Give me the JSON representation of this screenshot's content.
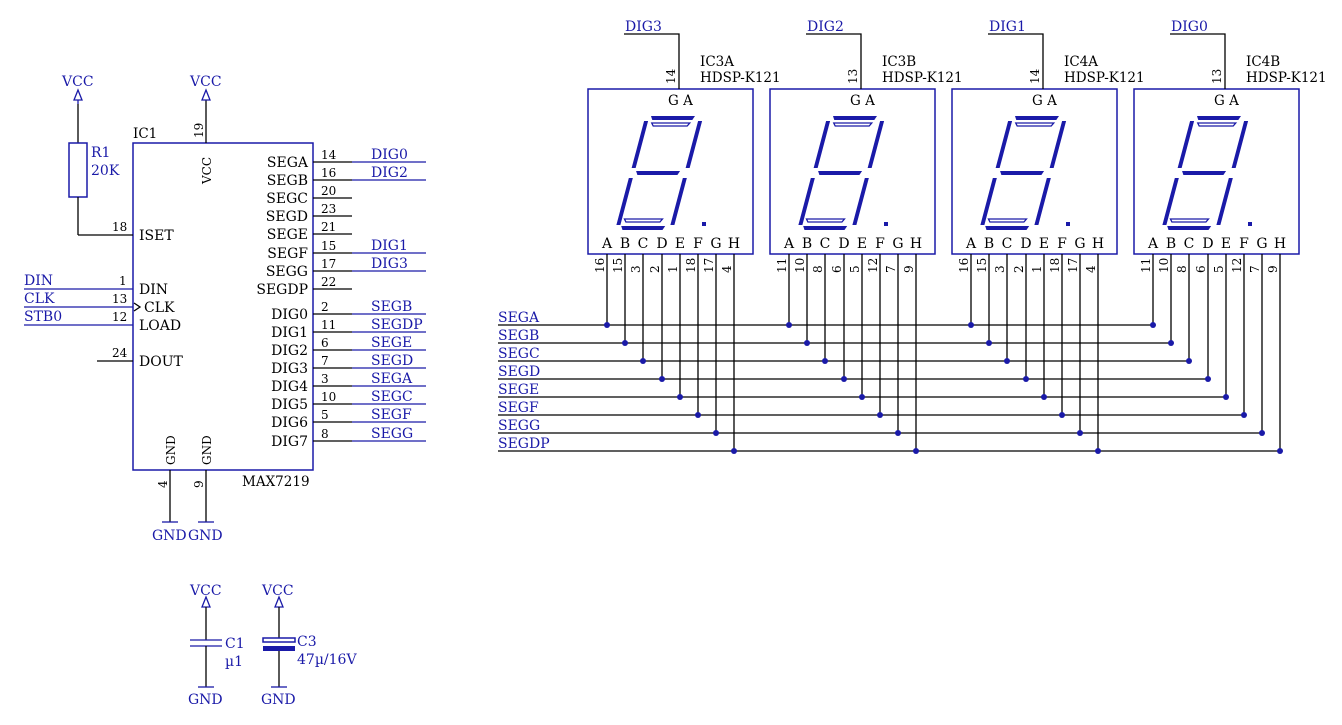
{
  "ic1": {
    "ref": "IC1",
    "part": "MAX7219",
    "vcc_pin_num": "19",
    "vcc_pin_name": "VCC",
    "gnd_pins": [
      {
        "num": "4",
        "name": "GND"
      },
      {
        "num": "9",
        "name": "GND"
      }
    ],
    "left_pins": [
      {
        "num": "18",
        "name": "ISET"
      },
      {
        "num": "1",
        "name": "DIN"
      },
      {
        "num": "13",
        "name": "CLK"
      },
      {
        "num": "12",
        "name": "LOAD"
      },
      {
        "num": "24",
        "name": "DOUT"
      }
    ],
    "right_pins": [
      {
        "num": "14",
        "name": "SEGA",
        "net": "DIG0"
      },
      {
        "num": "16",
        "name": "SEGB",
        "net": "DIG2"
      },
      {
        "num": "20",
        "name": "SEGC",
        "net": ""
      },
      {
        "num": "23",
        "name": "SEGD",
        "net": ""
      },
      {
        "num": "21",
        "name": "SEGE",
        "net": ""
      },
      {
        "num": "15",
        "name": "SEGF",
        "net": "DIG1"
      },
      {
        "num": "17",
        "name": "SEGG",
        "net": "DIG3"
      },
      {
        "num": "22",
        "name": "SEGDP",
        "net": ""
      },
      {
        "num": "2",
        "name": "DIG0",
        "net": "SEGB"
      },
      {
        "num": "11",
        "name": "DIG1",
        "net": "SEGDP"
      },
      {
        "num": "6",
        "name": "DIG2",
        "net": "SEGE"
      },
      {
        "num": "7",
        "name": "DIG3",
        "net": "SEGD"
      },
      {
        "num": "3",
        "name": "DIG4",
        "net": "SEGA"
      },
      {
        "num": "10",
        "name": "DIG5",
        "net": "SEGC"
      },
      {
        "num": "5",
        "name": "DIG6",
        "net": "SEGF"
      },
      {
        "num": "8",
        "name": "DIG7",
        "net": "SEGG"
      }
    ]
  },
  "input_nets": [
    "DIN",
    "CLK",
    "STB0"
  ],
  "power": {
    "vcc": "VCC",
    "gnd": "GND"
  },
  "r1": {
    "ref": "R1",
    "value": "20K"
  },
  "c1": {
    "ref": "C1",
    "value": "µ1"
  },
  "c3": {
    "ref": "C3",
    "value": "47µ/16V"
  },
  "displays": [
    {
      "ref": "IC3A",
      "part": "HDSP-K121",
      "digit_net": "DIG3",
      "common_pin": "14",
      "pins": [
        "16",
        "15",
        "3",
        "2",
        "1",
        "18",
        "17",
        "4"
      ]
    },
    {
      "ref": "IC3B",
      "part": "HDSP-K121",
      "digit_net": "DIG2",
      "common_pin": "13",
      "pins": [
        "11",
        "10",
        "8",
        "6",
        "5",
        "12",
        "7",
        "9"
      ]
    },
    {
      "ref": "IC4A",
      "part": "HDSP-K121",
      "digit_net": "DIG1",
      "common_pin": "14",
      "pins": [
        "16",
        "15",
        "3",
        "2",
        "1",
        "18",
        "17",
        "4"
      ]
    },
    {
      "ref": "IC4B",
      "part": "HDSP-K121",
      "digit_net": "DIG0",
      "common_pin": "13",
      "pins": [
        "11",
        "10",
        "8",
        "6",
        "5",
        "12",
        "7",
        "9"
      ]
    }
  ],
  "display_top_label": "G A",
  "segment_letters": [
    "A",
    "B",
    "C",
    "D",
    "E",
    "F",
    "G",
    "H"
  ],
  "bus_nets": [
    "SEGA",
    "SEGB",
    "SEGC",
    "SEGD",
    "SEGE",
    "SEGF",
    "SEGG",
    "SEGDP"
  ],
  "colors": {
    "wire": "#000000",
    "component": "#1a1aa8"
  }
}
